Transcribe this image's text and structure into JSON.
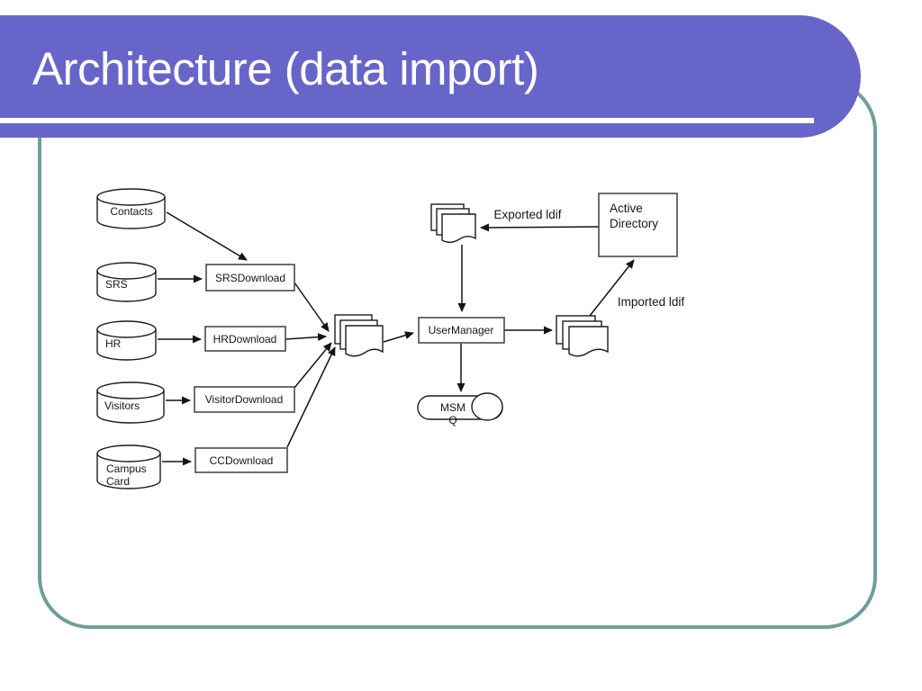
{
  "slide": {
    "title": "Architecture (data import)",
    "accent_color": "#6865c9",
    "frame_color": "#6f9e9c"
  },
  "diagram": {
    "nodes": {
      "contacts": {
        "type": "database",
        "label": "Contacts"
      },
      "srs": {
        "type": "database",
        "label": "SRS"
      },
      "hr": {
        "type": "database",
        "label": "HR"
      },
      "visitors": {
        "type": "database",
        "label": "Visitors"
      },
      "campus_card": {
        "type": "database",
        "line1": "Campus",
        "line2": "Card"
      },
      "srs_download": {
        "type": "process",
        "label": "SRSDownload"
      },
      "hr_download": {
        "type": "process",
        "label": "HRDownload"
      },
      "visitor_download": {
        "type": "process",
        "label": "VisitorDownload"
      },
      "cc_download": {
        "type": "process",
        "label": "CCDownload"
      },
      "user_manager": {
        "type": "process",
        "label": "UserManager"
      },
      "msmq": {
        "type": "queue",
        "line1": "MSM",
        "line2": "Q"
      },
      "active_directory": {
        "type": "box",
        "line1": "Active",
        "line2": "Directory"
      },
      "import_files": {
        "type": "multidocument"
      },
      "export_files": {
        "type": "multidocument"
      },
      "ldif_files": {
        "type": "multidocument"
      }
    },
    "labels": {
      "exported_ldif": "Exported ldif",
      "imported_ldif": "Imported ldif"
    },
    "edges": [
      {
        "from": "contacts",
        "to": "srs_download"
      },
      {
        "from": "srs",
        "to": "srs_download"
      },
      {
        "from": "hr",
        "to": "hr_download"
      },
      {
        "from": "visitors",
        "to": "visitor_download"
      },
      {
        "from": "campus_card",
        "to": "cc_download"
      },
      {
        "from": "srs_download",
        "to": "import_files"
      },
      {
        "from": "hr_download",
        "to": "import_files"
      },
      {
        "from": "visitor_download",
        "to": "import_files"
      },
      {
        "from": "cc_download",
        "to": "import_files"
      },
      {
        "from": "import_files",
        "to": "user_manager"
      },
      {
        "from": "export_files",
        "to": "user_manager"
      },
      {
        "from": "user_manager",
        "to": "ldif_files"
      },
      {
        "from": "user_manager",
        "to": "msmq"
      },
      {
        "from": "active_directory",
        "to": "export_files",
        "label": "Exported ldif"
      },
      {
        "from": "ldif_files",
        "to": "active_directory",
        "label": "Imported ldif"
      }
    ]
  }
}
